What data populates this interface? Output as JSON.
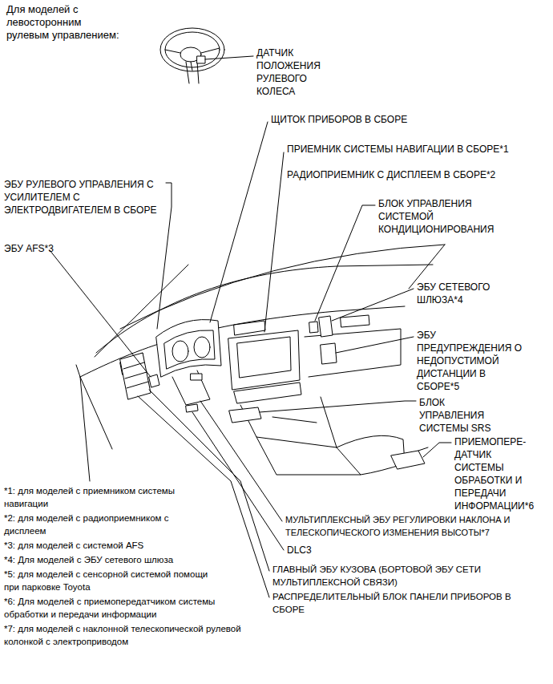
{
  "diagram": {
    "title": "Для моделей с левосторонним рулевым управлением:",
    "labels": [
      "ДАТЧИК ПОЛОЖЕНИЯ РУЛЕВОГО КОЛЕСА",
      "ЩИТОК ПРИБОРОВ В СБОРЕ",
      "ПРИЕМНИК СИСТЕМЫ НАВИГАЦИИ В СБОРЕ*1",
      "РАДИОПРИЕМНИК С ДИСПЛЕЕМ В СБОРЕ*2",
      "ЭБУ РУЛЕВОГО УПРАВЛЕНИЯ С УСИЛИТЕЛЕМ С ЭЛЕКТРОДВИГАТЕЛЕМ В СБОРЕ",
      "БЛОК УПРАВЛЕНИЯ СИСТЕМОЙ КОНДИЦИОНИРОВАНИЯ",
      "ЭБУ AFS*3",
      "ЭБУ СЕТЕВОГО ШЛЮЗА*4",
      "ЭБУ ПРЕДУПРЕЖДЕНИЯ О НЕДОПУСТИМОЙ ДИСТАНЦИИ В СБОРЕ*5",
      "БЛОК УПРАВЛЕНИЯ СИСТЕМЫ SRS",
      "ПРИЕМОПЕРЕ- ДАТЧИК СИСТЕМЫ ОБРАБОТКИ И ПЕРЕДАЧИ ИНФОРМАЦИИ*6",
      "МУЛЬТИПЛЕКСНЫЙ ЭБУ РЕГУЛИРОВКИ НАКЛОНА И ТЕЛЕСКОПИЧЕСКОГО ИЗМЕНЕНИЯ ВЫСОТЫ*7",
      "DLC3",
      "ГЛАВНЫЙ ЭБУ КУЗОВА (БОРТОВОЙ ЭБУ СЕТИ МУЛЬТИПЛЕКСНОЙ СВЯЗИ)",
      "РАСПРЕДЕЛИТЕЛЬНЫЙ БЛОК ПАНЕЛИ ПРИБОРОВ В СБОРЕ",
      "*1: для моделей с приемником системы навигации",
      "*2: для моделей с радиоприемником с дисплеем",
      "*3: для моделей с системой AFS",
      "*4: Для моделей с ЭБУ сетевого шлюза",
      "*5: для моделей с сенсорной системой помощи при парковке Toyota",
      "*6: Для моделей с приемопередатчиком системы обработки и передачи информации",
      "*7: для моделей с наклонной телескопической рулевой колонкой с электроприводом"
    ]
  }
}
